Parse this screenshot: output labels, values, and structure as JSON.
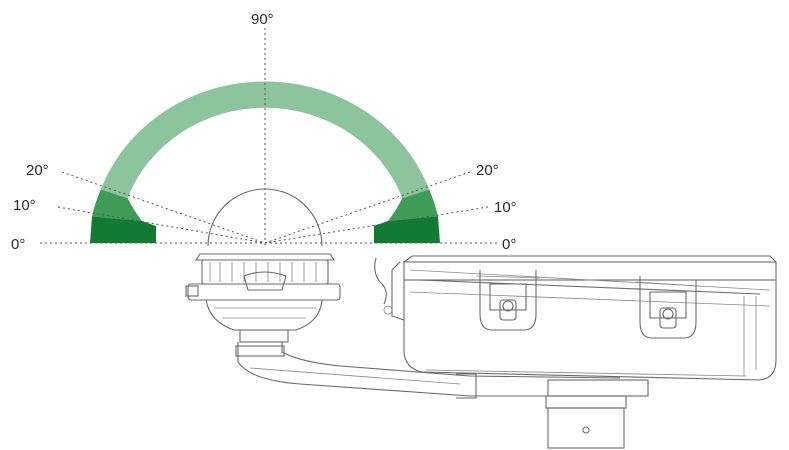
{
  "diagram": {
    "angle_labels": {
      "deg90": "90°",
      "left_20": "20°",
      "left_10": "10°",
      "left_0": "0°",
      "right_20": "20°",
      "right_10": "10°",
      "right_0": "0°"
    },
    "colors": {
      "upper_band": "#8cc49d",
      "middle_band": "#3f9c57",
      "lower_band": "#127a33",
      "guide_lines": "#555555",
      "hardware_lines": "#6a6a6a"
    },
    "coverage_bands_degrees": [
      {
        "from": 0,
        "to": 10,
        "shade": "lower_band"
      },
      {
        "from": 10,
        "to": 20,
        "shade": "middle_band"
      },
      {
        "from": 20,
        "to": 90,
        "shade": "upper_band"
      }
    ]
  }
}
